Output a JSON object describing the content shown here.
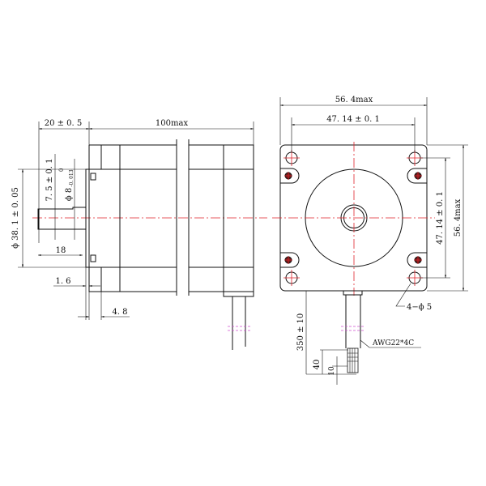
{
  "side_view": {
    "dim_flange_to_shaft": "20 ± 0. 5",
    "dim_length": "100max",
    "dim_flat": "7. 5 ± 0. 1",
    "dim_shaft_dia": "ϕ 8",
    "dim_shaft_tol_upper": "0",
    "dim_shaft_tol_lower": "-0. 013",
    "dim_pilot_dia": "ϕ 38. 1 ± 0. 05",
    "dim_flat_length": "18",
    "dim_pilot_height": "1. 6",
    "dim_flange_thickness": "4. 8"
  },
  "front_view": {
    "dim_width": "56. 4max",
    "dim_hole_spacing_h": "47. 14 ± 0. 1",
    "dim_hole_spacing_v": "47. 14 ± 0. 1",
    "dim_height": "56. 4max",
    "dim_holes": "4−ϕ 5",
    "dim_cable_length": "350 ± 10",
    "cable_spec": "AWG22*4C",
    "dim_strip_40": "40",
    "dim_strip_10": "10"
  },
  "colors": {
    "centerline": "#e0242b",
    "break_mark": "#d050d0",
    "outline": "#111111"
  }
}
